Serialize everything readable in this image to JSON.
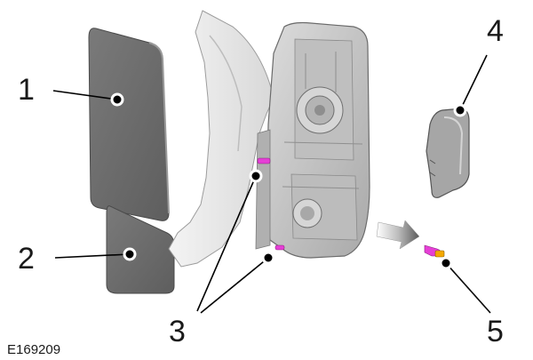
{
  "figure": {
    "reference_code": "E169209"
  },
  "callouts": [
    {
      "id": "1",
      "label": "1"
    },
    {
      "id": "2",
      "label": "2"
    },
    {
      "id": "3",
      "label": "3"
    },
    {
      "id": "4",
      "label": "4"
    },
    {
      "id": "5",
      "label": "5"
    }
  ],
  "colors": {
    "background": "#ffffff",
    "mirror_glass": "#6e6e6e",
    "housing": "#ececec",
    "backplate": "#c9c9c9",
    "clip_highlight": "#e63fd6",
    "arrow": "#6a6a6a",
    "leader": "#000000"
  }
}
